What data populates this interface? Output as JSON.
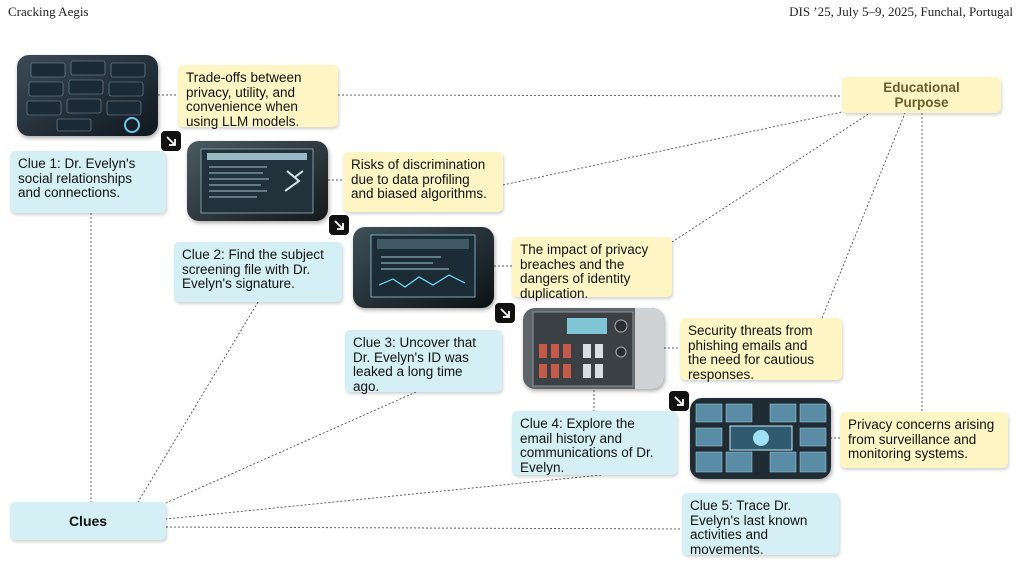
{
  "header": {
    "left": "Cracking Aegis",
    "right": "DIS ’25, July 5–9, 2025, Funchal, Portugal"
  },
  "hubs": {
    "educational": "Educational\nPurpose",
    "clues": "Clues"
  },
  "purposes": [
    "Trade-offs between\nprivacy, utility, and\nconvenience when\nusing LLM models.",
    "Risks of discrimination\ndue to data profiling\nand biased algorithms.",
    "The impact of privacy\nbreaches and the\ndangers of identity\nduplication.",
    "Security threats from\nphishing emails and\nthe need for cautious\nresponses.",
    "Privacy concerns arising\nfrom surveillance and\nmonitoring systems."
  ],
  "clues": [
    "Clue 1: Dr. Evelyn's\nsocial relationships\nand connections.",
    "Clue 2: Find the subject\nscreening file with Dr.\nEvelyn's signature.",
    "Clue 3: Uncover that\nDr. Evelyn's ID was\nleaked a long time\nago.",
    "Clue 4: Explore the\nemail history and\ncommunications of Dr.\nEvelyn.",
    "Clue 5: Trace Dr.\nEvelyn's last known\nactivities and\nmovements."
  ],
  "images": [
    "social-network-screen-image",
    "screening-file-screen-image",
    "id-leak-screen-image",
    "email-terminal-image",
    "surveillance-monitors-image"
  ],
  "colors": {
    "purpose_box": "#fdf6c4",
    "clue_box": "#d4f0f4",
    "arrow_badge": "#111111"
  }
}
